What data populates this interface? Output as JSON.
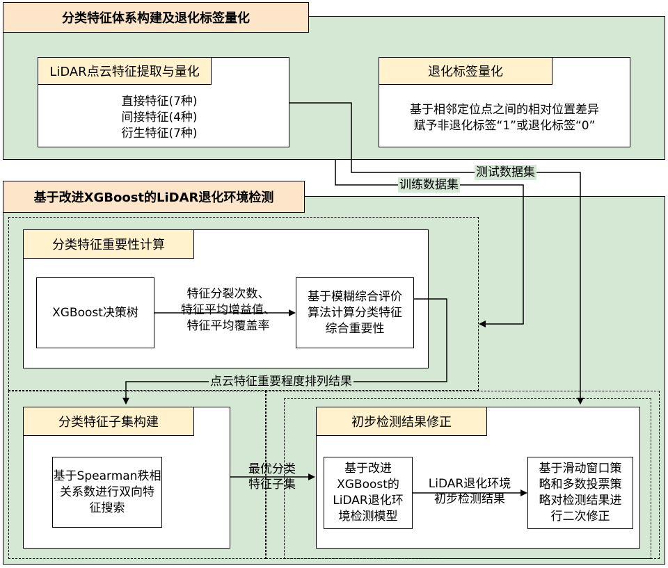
{
  "section1": {
    "title": "分类特征体系构建及退化标签量化",
    "lidar_box": {
      "title": "LiDAR点云特征提取与量化",
      "lines": [
        "直接特征(7种)",
        "间接特征(4种)",
        "衍生特征(7种)"
      ]
    },
    "label_box": {
      "title": "退化标签量化",
      "lines": [
        "基于相邻定位点之间的相对位置差异",
        "赋予非退化标签“1”或退化标签“0”"
      ]
    }
  },
  "flows": {
    "test_set": "测试数据集",
    "train_set": "训练数据集",
    "ranking_result": "点云特征重要程度排列结果",
    "optimal_subset": [
      "最优分类",
      "特征子集"
    ],
    "prelim_result": [
      "LiDAR退化环境",
      "初步检测结果"
    ],
    "importance_inputs": [
      "特征分裂次数、",
      "特征平均增益值、",
      "特征平均覆盖率"
    ]
  },
  "section2": {
    "title": "基于改进XGBoost的LiDAR退化环境检测",
    "importance_box": {
      "title": "分类特征重要性计算",
      "xgb_tree": "XGBoost决策树",
      "fuzzy_eval": [
        "基于模糊综合评价",
        "算法计算分类特征",
        "综合重要性"
      ]
    },
    "subset_box": {
      "title": "分类特征子集构建",
      "spearman": [
        "基于Spearman秩相",
        "关系数进行双向特",
        "征搜索"
      ]
    },
    "correction_box": {
      "title": "初步检测结果修正",
      "model": [
        "基于改进",
        "XGBoost的",
        "LiDAR退化环",
        "境检测模型"
      ],
      "sliding": [
        "基于滑动窗口策",
        "略和多数投票策",
        "略对检测结果进",
        "行二次修正"
      ]
    }
  },
  "colors": {
    "green_fill": "#d5e8d4",
    "orange_fill": "#fce5c9",
    "yellow_fill": "#fff2cc"
  }
}
